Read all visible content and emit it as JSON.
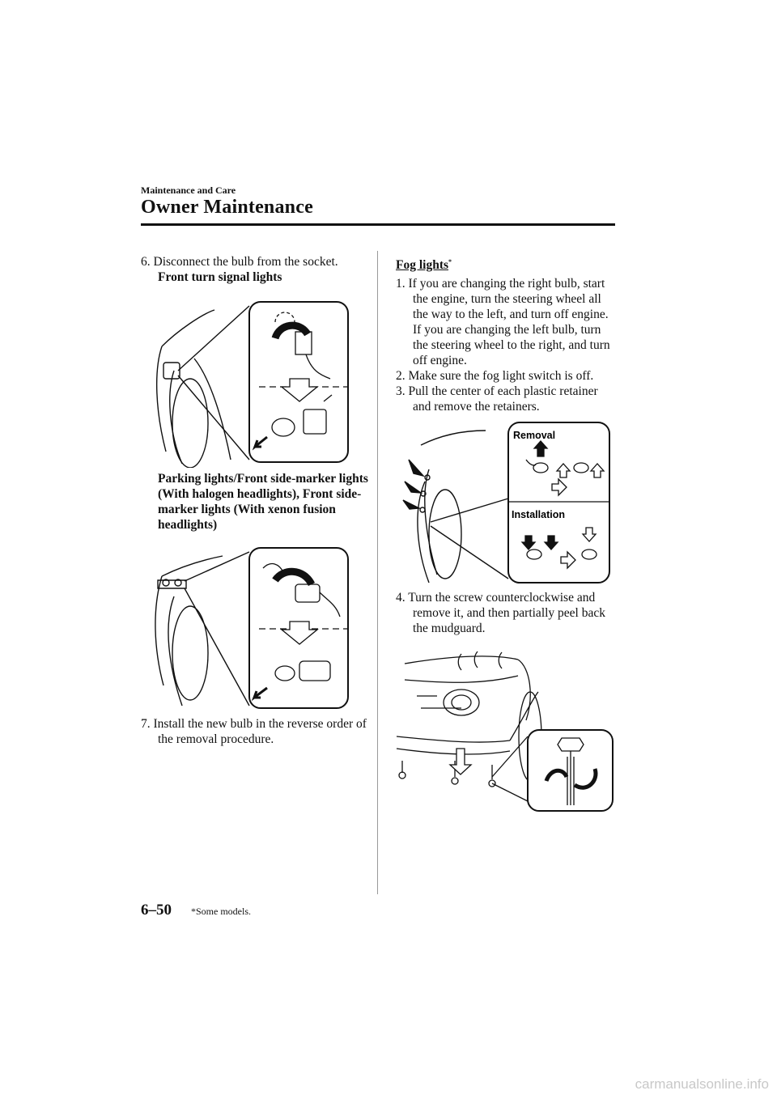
{
  "header": {
    "section": "Maintenance and Care",
    "title": "Owner Maintenance"
  },
  "left": {
    "step6": "6. Disconnect the bulb from the socket.",
    "front_turn_label": "Front turn signal lights",
    "parking_label": "Parking lights/Front side-marker lights (With halogen headlights), Front side-marker lights (With xenon fusion headlights)",
    "step7": "7. Install the new bulb in the reverse order of the removal procedure."
  },
  "right": {
    "heading": "Fog lights",
    "heading_mark": "*",
    "step1": "1. If you are changing the right bulb, start the engine, turn the steering wheel all the way to the left, and turn off engine. If you are changing the left bulb, turn the steering wheel to the right, and turn off engine.",
    "step2": "2. Make sure the fog light switch is off.",
    "step3": "3. Pull the center of each plastic retainer and remove the retainers.",
    "removal_label": "Removal",
    "installation_label": "Installation",
    "step4": "4. Turn the screw counterclockwise and remove it, and then partially peel back the mudguard."
  },
  "footer": {
    "page_number": "6–50",
    "note": "*Some models.",
    "watermark": "carmanualsonline.info"
  }
}
